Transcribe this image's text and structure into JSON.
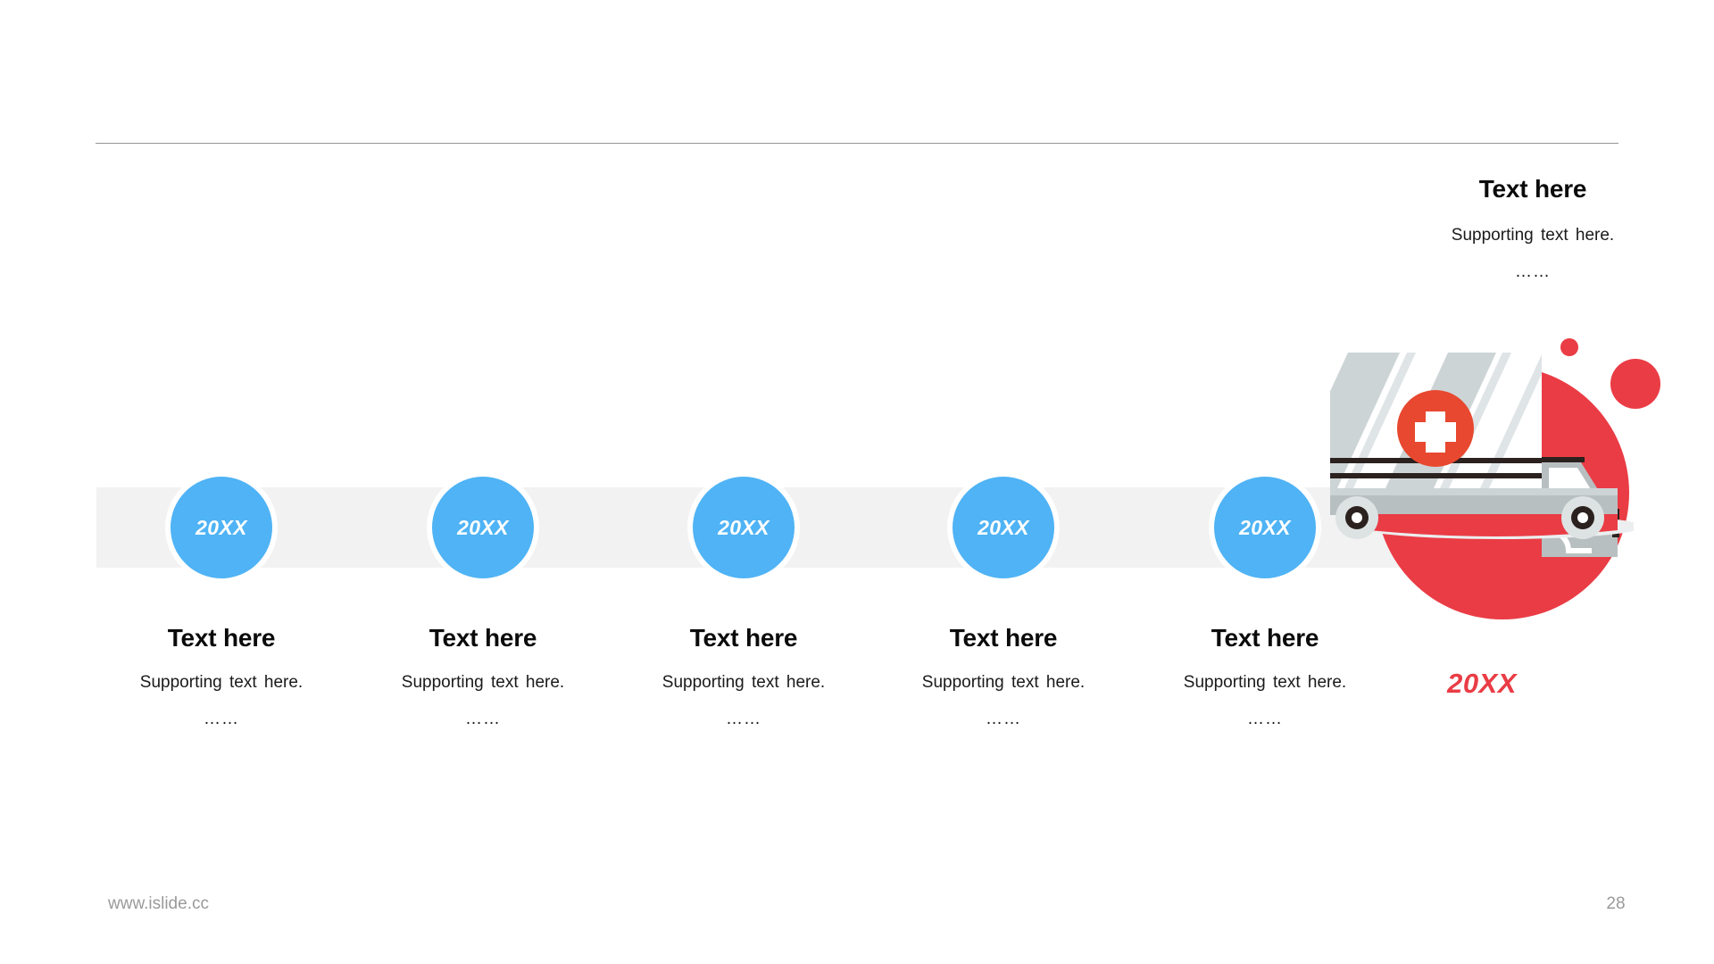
{
  "slide": {
    "background_color": "#ffffff",
    "divider_color": "#959595",
    "accent_blue": "#4fb3f5",
    "accent_red": "#ea3c45",
    "accent_red_dark": "#e8482f",
    "bar_color": "#f2f2f2",
    "text_color": "#1a1a1a",
    "footer_color": "#9a9a9a"
  },
  "timeline": {
    "nodes": [
      {
        "year": "20XX",
        "title": "Text here",
        "subtitle": "Supporting text here.",
        "dots": "……"
      },
      {
        "year": "20XX",
        "title": "Text here",
        "subtitle": "Supporting text here.",
        "dots": "……"
      },
      {
        "year": "20XX",
        "title": "Text here",
        "subtitle": "Supporting text here.",
        "dots": "……"
      },
      {
        "year": "20XX",
        "title": "Text here",
        "subtitle": "Supporting text here.",
        "dots": "……"
      },
      {
        "year": "20XX",
        "title": "Text here",
        "subtitle": "Supporting text here.",
        "dots": "……"
      }
    ]
  },
  "highlight": {
    "title": "Text here",
    "subtitle": "Supporting text here.",
    "dots": "……",
    "year": "20XX",
    "illustration_name": "delivery-truck-with-medical-cross"
  },
  "footer": {
    "url": "www.islide.cc",
    "page_number": "28"
  }
}
